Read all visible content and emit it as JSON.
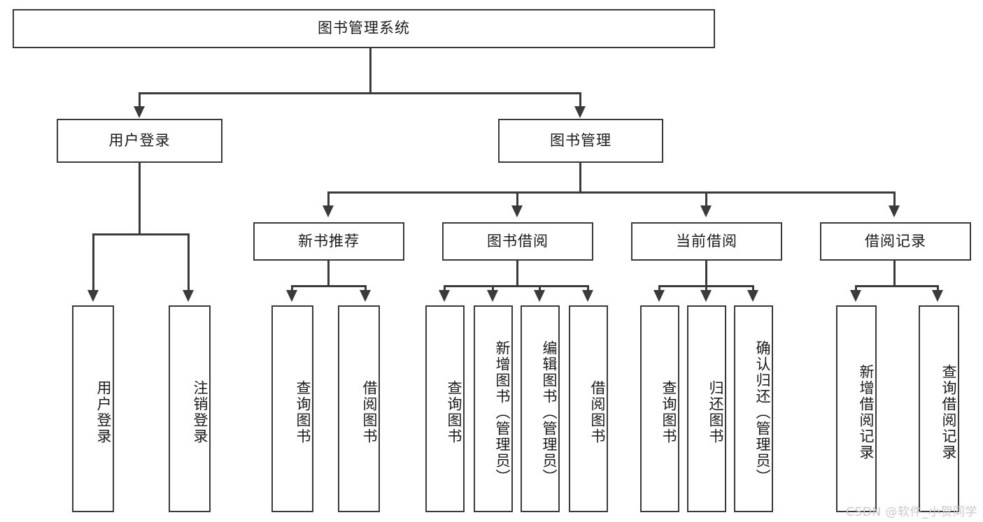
{
  "diagram": {
    "title": "图书管理系统",
    "type": "hierarchy-tree",
    "background_color": "#ffffff",
    "line_color": "#3a3a3a",
    "text_color": "#1a1a1a",
    "root": {
      "label": "图书管理系统"
    },
    "level2": [
      {
        "label": "用户登录"
      },
      {
        "label": "图书管理"
      }
    ],
    "level3": [
      {
        "label": "新书推荐"
      },
      {
        "label": "图书借阅"
      },
      {
        "label": "当前借阅"
      },
      {
        "label": "借阅记录"
      }
    ],
    "leaves": {
      "user_login": [
        {
          "label": "用户登录"
        },
        {
          "label": "注销登录"
        }
      ],
      "new_book_recommend": [
        {
          "label": "查询图书"
        },
        {
          "label": "借阅图书"
        }
      ],
      "book_borrow": [
        {
          "label": "查询图书"
        },
        {
          "label": "新增图书（管理员）"
        },
        {
          "label": "编辑图书（管理员）"
        },
        {
          "label": "借阅图书"
        }
      ],
      "current_borrow": [
        {
          "label": "查询图书"
        },
        {
          "label": "归还图书"
        },
        {
          "label": "确认归还（管理员）"
        }
      ],
      "borrow_record": [
        {
          "label": "新增借阅记录"
        },
        {
          "label": "查询借阅记录"
        }
      ]
    }
  },
  "watermark": {
    "text": "CSDN @软件_小贺同学",
    "color": "#c9c9c9"
  }
}
